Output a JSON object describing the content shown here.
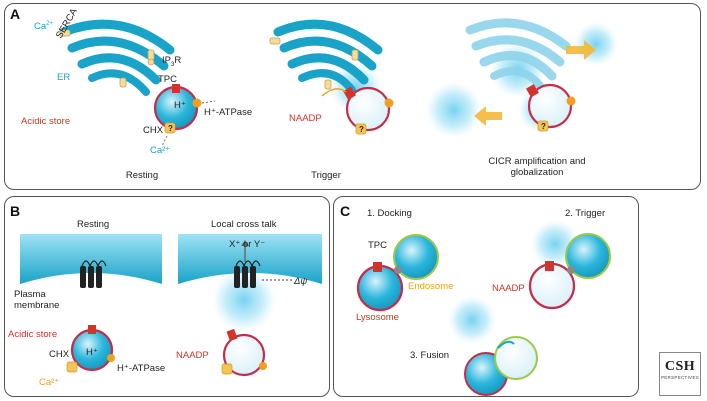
{
  "panels": [
    {
      "label": "A"
    },
    {
      "label": "B"
    },
    {
      "label": "C"
    }
  ],
  "panel_a": {
    "ca_label": "Ca",
    "serca": "SERCA",
    "ip3r_base": "IP",
    "ip3r_sub": "3",
    "ip3r_tail": "R",
    "er": "ER",
    "tpc": "TPC",
    "h_plus": "H⁺",
    "h_atpase": "H⁺-ATPase",
    "chx": "CHX",
    "ca2": "Ca²⁺",
    "acidic_store": "Acidic store",
    "naadp": "NAADP",
    "q_mark": "?",
    "captions": [
      "Resting",
      "Trigger",
      "CICR amplification and globalization"
    ]
  },
  "panel_b": {
    "resting": "Resting",
    "local_cross_talk": "Local cross talk",
    "ions": "X⁺ or Y⁻",
    "delta_psi": "Δψ",
    "plasma_membrane": "Plasma membrane",
    "acidic_store": "Acidic store",
    "chx": "CHX",
    "h_plus": "H⁺",
    "h_atpase": "H⁺-ATPase",
    "ca2": "Ca²⁺",
    "naadp": "NAADP"
  },
  "panel_c": {
    "docking": "1. Docking",
    "trigger": "2. Trigger",
    "fusion": "3. Fusion",
    "tpc": "TPC",
    "endosome": "Endosome",
    "lysosome": "Lysosome",
    "naadp": "NAADP"
  },
  "logo": {
    "big": "CSH",
    "small": "PERSPECTIVES"
  },
  "colors": {
    "er_cyan": "#1aa3c9",
    "red": "#d0342c",
    "orange": "#f0a020",
    "cloud": "#6fd0f0"
  }
}
